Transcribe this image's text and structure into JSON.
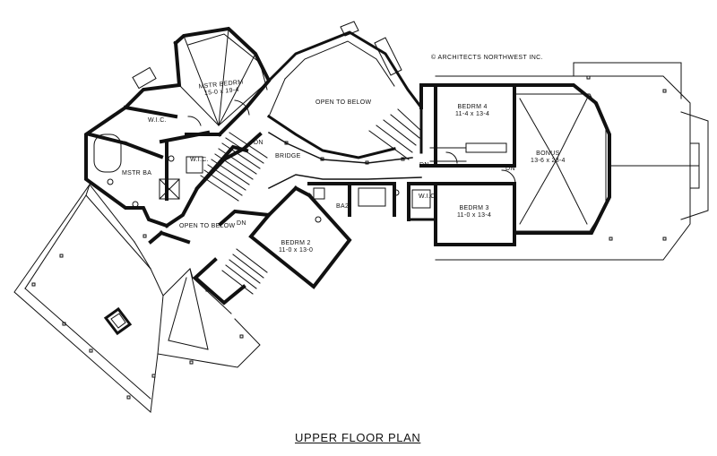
{
  "plan": {
    "title": "UPPER FLOOR PLAN",
    "credit": "© ARCHITECTS NORTHWEST INC.",
    "rooms": {
      "mstr_bedrm": {
        "name": "MSTR BEDRM",
        "size": "15-0 x 19-4"
      },
      "open_to_below_top": {
        "name": "OPEN TO BELOW"
      },
      "bedrm4": {
        "name": "BEDRM 4",
        "size": "11-4 x 13-4"
      },
      "bonus": {
        "name": "BONUS",
        "size": "13-6 x 23-4"
      },
      "wic_1": {
        "name": "W.I.C."
      },
      "wic_2": {
        "name": "W.I.C."
      },
      "wic_3": {
        "name": "W.I.C."
      },
      "mstr_ba": {
        "name": "MSTR BA"
      },
      "bridge": {
        "name": "BRIDGE"
      },
      "ba2": {
        "name": "BA2"
      },
      "bedrm3": {
        "name": "BEDRM 3",
        "size": "11-0 x 13-4"
      },
      "open_to_below_left": {
        "name": "OPEN TO BELOW"
      },
      "bedrm2": {
        "name": "BEDRM 2",
        "size": "11-0 x 13-0"
      }
    },
    "stair_marks": {
      "dn_1": "DN",
      "dn_2": "DN",
      "dn_3": "DN",
      "dn_4": "DN"
    }
  }
}
